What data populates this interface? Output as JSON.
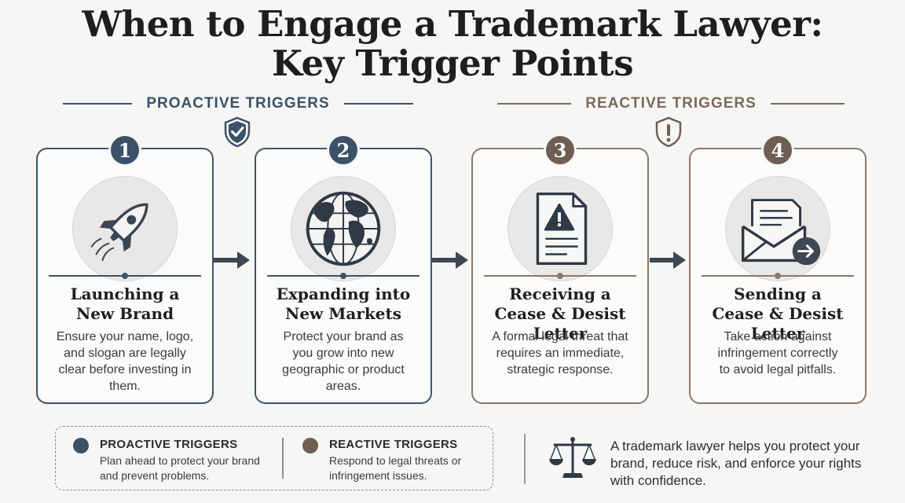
{
  "title": {
    "line1": "When to Engage a Trademark Lawyer:",
    "line2": "Key Trigger Points"
  },
  "sections": {
    "proactive": "PROACTIVE TRIGGERS",
    "reactive": "REACTIVE TRIGGERS"
  },
  "section_icons": {
    "proactive": "shield-check-icon",
    "reactive": "shield-alert-icon"
  },
  "cards": [
    {
      "number": "1",
      "type": "proactive",
      "icon": "rocket-icon",
      "title_line1": "Launching a",
      "title_line2": "New Brand",
      "desc_line1": "Ensure your name, logo,",
      "desc_line2": "and slogan are legally",
      "desc_line3": "clear before investing in",
      "desc_line4": "them."
    },
    {
      "number": "2",
      "type": "proactive",
      "icon": "globe-icon",
      "title_line1": "Expanding into",
      "title_line2": "New Markets",
      "desc_line1": "Protect your brand as",
      "desc_line2": "you grow into new",
      "desc_line3": "geographic or product",
      "desc_line4": "areas."
    },
    {
      "number": "3",
      "type": "reactive",
      "icon": "warning-document-icon",
      "title_line1": "Receiving a",
      "title_line2": "Cease & Desist Letter",
      "desc_line1": "A formal legal threat that",
      "desc_line2": "requires an immediate,",
      "desc_line3": "strategic response.",
      "desc_line4": ""
    },
    {
      "number": "4",
      "type": "reactive",
      "icon": "envelope-send-icon",
      "title_line1": "Sending a",
      "title_line2": "Cease & Desist Letter",
      "desc_line1": "Take action against",
      "desc_line2": "infringement correctly",
      "desc_line3": "to avoid legal pitfalls.",
      "desc_line4": ""
    }
  ],
  "legend": {
    "proactive": {
      "title": "PROACTIVE TRIGGERS",
      "desc_line1": "Plan ahead to protect your brand",
      "desc_line2": "and prevent problems."
    },
    "reactive": {
      "title": "REACTIVE TRIGGERS",
      "desc_line1": "Respond to legal threats or",
      "desc_line2": "infringement issues."
    }
  },
  "footer": {
    "icon": "scales-of-justice-icon",
    "line1": "A trademark lawyer helps you protect your",
    "line2": "brand, reduce risk, and enforce your rights",
    "line3": "with confidence."
  },
  "colors": {
    "proactive": "#3b5268",
    "reactive": "#6e5f52",
    "arrow": "#3e4752"
  }
}
